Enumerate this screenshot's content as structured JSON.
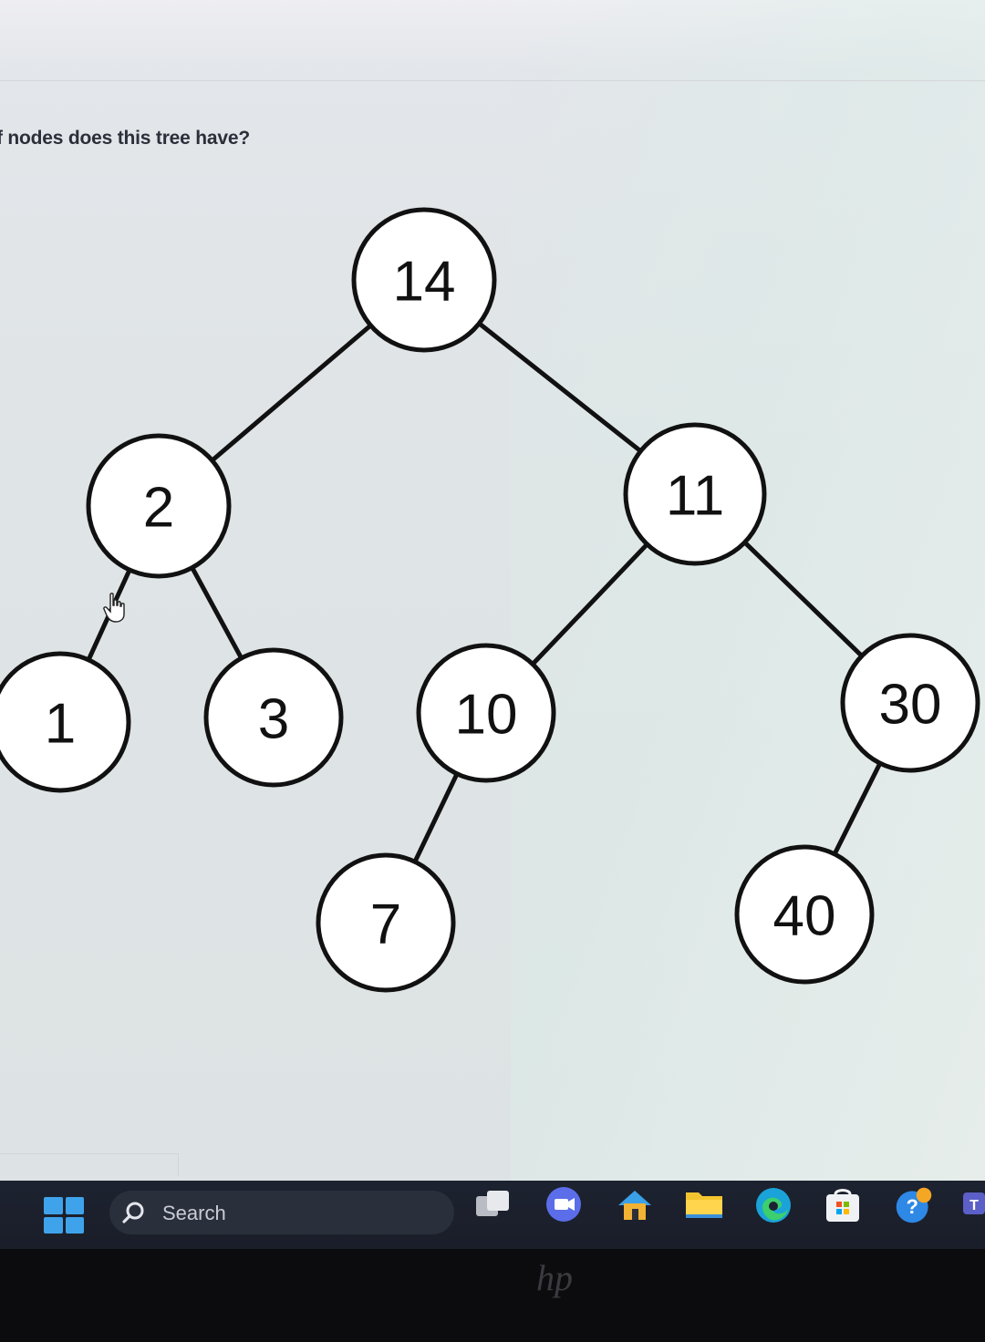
{
  "question": {
    "text": "f nodes does this tree have?"
  },
  "tree": {
    "root": "14",
    "nodes": [
      "14",
      "2",
      "11",
      "1",
      "3",
      "10",
      "30",
      "7",
      "40"
    ],
    "edges": [
      [
        "14",
        "2"
      ],
      [
        "14",
        "11"
      ],
      [
        "2",
        "1"
      ],
      [
        "2",
        "3"
      ],
      [
        "11",
        "10"
      ],
      [
        "11",
        "30"
      ],
      [
        "10",
        "7"
      ],
      [
        "30",
        "40"
      ]
    ]
  },
  "taskbar": {
    "search_label": "Search",
    "icons": [
      "windows-start-icon",
      "search-icon",
      "task-view-icon",
      "chat-icon",
      "home-icon",
      "file-explorer-icon",
      "edge-icon",
      "store-icon",
      "help-icon",
      "teams-icon"
    ]
  },
  "colors": {
    "screen_bg": "#dfe4e6",
    "node_stroke": "#111111",
    "node_fill": "#ffffff",
    "taskbar_bg": "#1d2230",
    "accent_blue": "#3fa3ec"
  }
}
